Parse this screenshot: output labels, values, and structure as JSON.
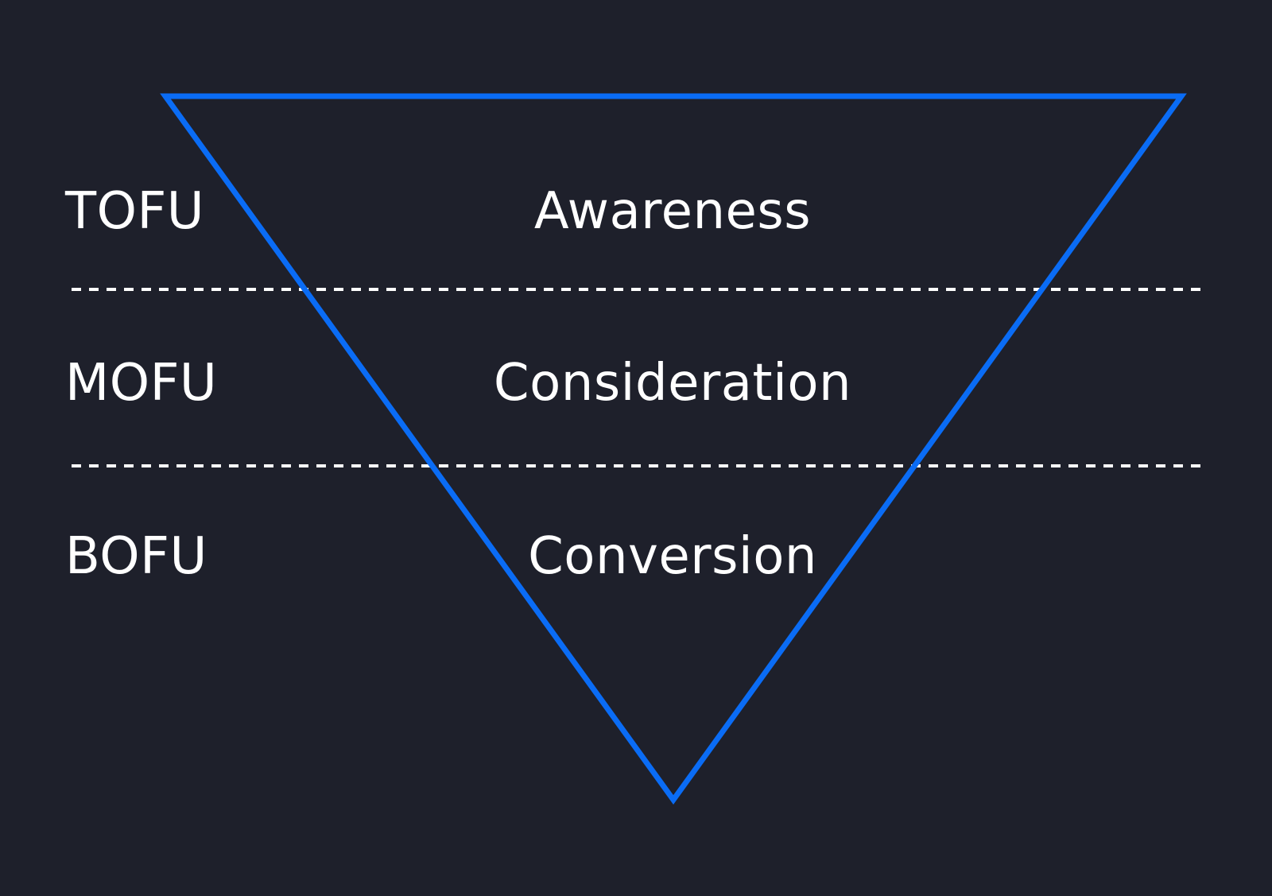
{
  "diagram": {
    "stages": [
      {
        "abbr": "TOFU",
        "name": "Awareness"
      },
      {
        "abbr": "MOFU",
        "name": "Consideration"
      },
      {
        "abbr": "BOFU",
        "name": "Conversion"
      }
    ]
  },
  "colors": {
    "background": "#1e202b",
    "funnel_outline": "#0a6cf5",
    "text": "#ffffff",
    "divider": "#ffffff"
  }
}
